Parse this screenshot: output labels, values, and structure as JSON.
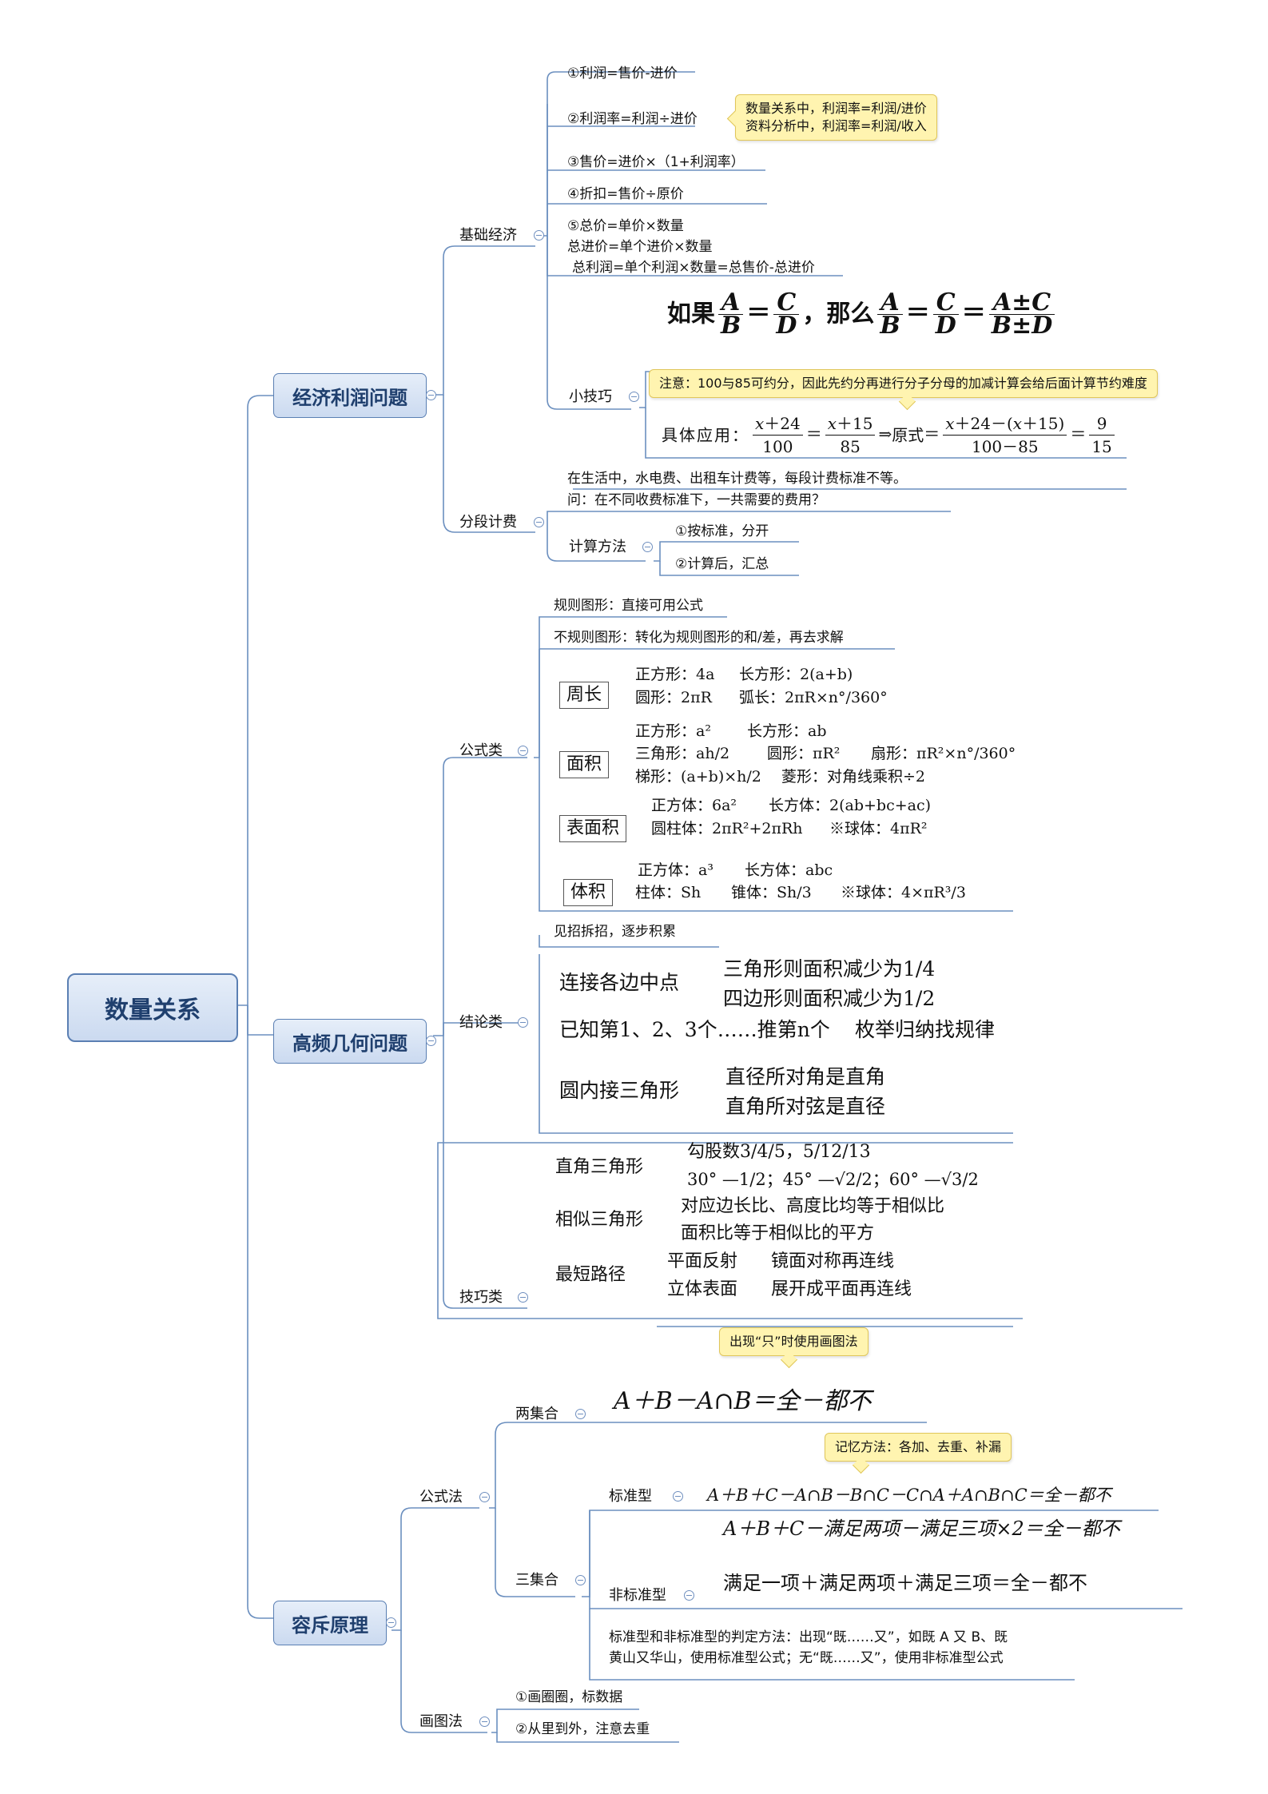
{
  "root": "数量关系",
  "main_branches": [
    "经济利润问题",
    "高频几何问题",
    "容斥原理"
  ],
  "economics": {
    "basic_label": "基础经济",
    "items": [
      "①利润=售价-进价",
      "②利润率=利润÷进价",
      "③售价=进价×（1+利润率）",
      "④折扣=售价÷原价",
      "⑤总价=单价×数量",
      " 总进价=单个进价×数量",
      "总利润=单个利润×数量=总售价-总进价"
    ],
    "note_profit": [
      "数量关系中，利润率=利润/进价",
      "资料分析中，利润率=利润/收入"
    ],
    "trick_label": "小技巧",
    "trick_formula": {
      "prefix": "如果",
      "mid": "，那么"
    },
    "trick_note": "注意：100与85可约分，因此先约分再进行分子分母的加减计算会给后面计算节约难度",
    "trick_app": {
      "prefix": "具体应用：",
      "yuanshi": "原式"
    },
    "segment_label": "分段计费",
    "segment_desc": [
      "在生活中，水电费、出租车计费等，每段计费标准不等。",
      "问：在不同收费标准下，一共需要的费用？"
    ],
    "method_label": "计算方法",
    "methods": [
      "①按标准，分开",
      "②计算后，汇总"
    ]
  },
  "geometry": {
    "formula_label": "公式类",
    "regular": "规则图形：直接可用公式",
    "irregular": "不规则图形：转化为规则图形的和/差，再去求解",
    "groups": [
      {
        "name": "周长",
        "rows": [
          [
            "正方形：4a",
            "长方形：2(a+b)"
          ],
          [
            "圆形：2πR",
            "弧长：2πR×n°/360°"
          ]
        ]
      },
      {
        "name": "面积",
        "rows": [
          [
            "正方形：a²",
            "长方形：ab"
          ],
          [
            "三角形：ah/2",
            "圆形：πR²",
            "扇形：πR²×n°/360°"
          ],
          [
            "梯形：(a+b)×h/2",
            "菱形：对角线乘积÷2"
          ]
        ]
      },
      {
        "name": "表面积",
        "rows": [
          [
            "正方体：6a²",
            "长方体：2(ab+bc+ac)"
          ],
          [
            "圆柱体：2πR²+2πRh",
            "※球体：4πR²"
          ]
        ]
      },
      {
        "name": "体积",
        "rows": [
          [
            "正方体：a³",
            "长方体：abc"
          ],
          [
            "柱体：Sh",
            "锥体：Sh/3",
            "※球体：4×πR³/3"
          ]
        ]
      }
    ],
    "conclusion_label": "结论类",
    "conclusion_tip": "见招拆招，逐步积累",
    "midpoint": "连接各边中点",
    "midpoint_results": [
      "三角形则面积减少为1/4",
      "四边形则面积减少为1/2"
    ],
    "pattern": [
      "已知第1、2、3个……推第n个",
      "枚举归纳找规律"
    ],
    "inscribed": "圆内接三角形",
    "inscribed_results": [
      "直径所对角是直角",
      "直角所对弦是直径"
    ],
    "skill_label": "技巧类",
    "right_triangle": "直角三角形",
    "right_results": [
      "勾股数3/4/5，5/12/13",
      "30° —1/2；45° —√2/2；60° —√3/2"
    ],
    "similar": "相似三角形",
    "similar_results": [
      "对应边长比、高度比均等于相似比",
      "面积比等于相似比的平方"
    ],
    "shortest": "最短路径",
    "shortest_rows": [
      [
        "平面反射",
        "镜面对称再连线"
      ],
      [
        "立体表面",
        "展开成平面再连线"
      ]
    ]
  },
  "inclusion": {
    "formula_label": "公式法",
    "two_label": "两集合",
    "two_formula": "A＋B－A∩B＝全－都不",
    "two_note": "出现“只”时使用画图法",
    "three_label": "三集合",
    "standard_label": "标准型",
    "standard_formula": "A＋B＋C－A∩B－B∩C－C∩A＋A∩B∩C＝全－都不",
    "memory_note": "记忆方法：各加、去重、补漏",
    "nonstandard_formula1": "A＋B＋C－满足两项－满足三项×2＝全－都不",
    "nonstandard_label": "非标准型",
    "nonstandard_formula2": "满足一项＋满足两项＋满足三项＝全－都不",
    "judge": [
      "标准型和非标准型的判定方法：出现“既……又”，如既 A 又 B、既",
      "黄山又华山，使用标准型公式；无“既……又”，使用非标准型公式"
    ],
    "draw_label": "画图法",
    "draw_items": [
      "①画圈圈，标数据",
      "②从里到外，注意去重"
    ]
  },
  "colors": {
    "branch_line": "#6b8fbf",
    "box_border": "#5a7fb3",
    "note_bg": "#fff4b0",
    "text_dark": "#1f3f6e"
  }
}
